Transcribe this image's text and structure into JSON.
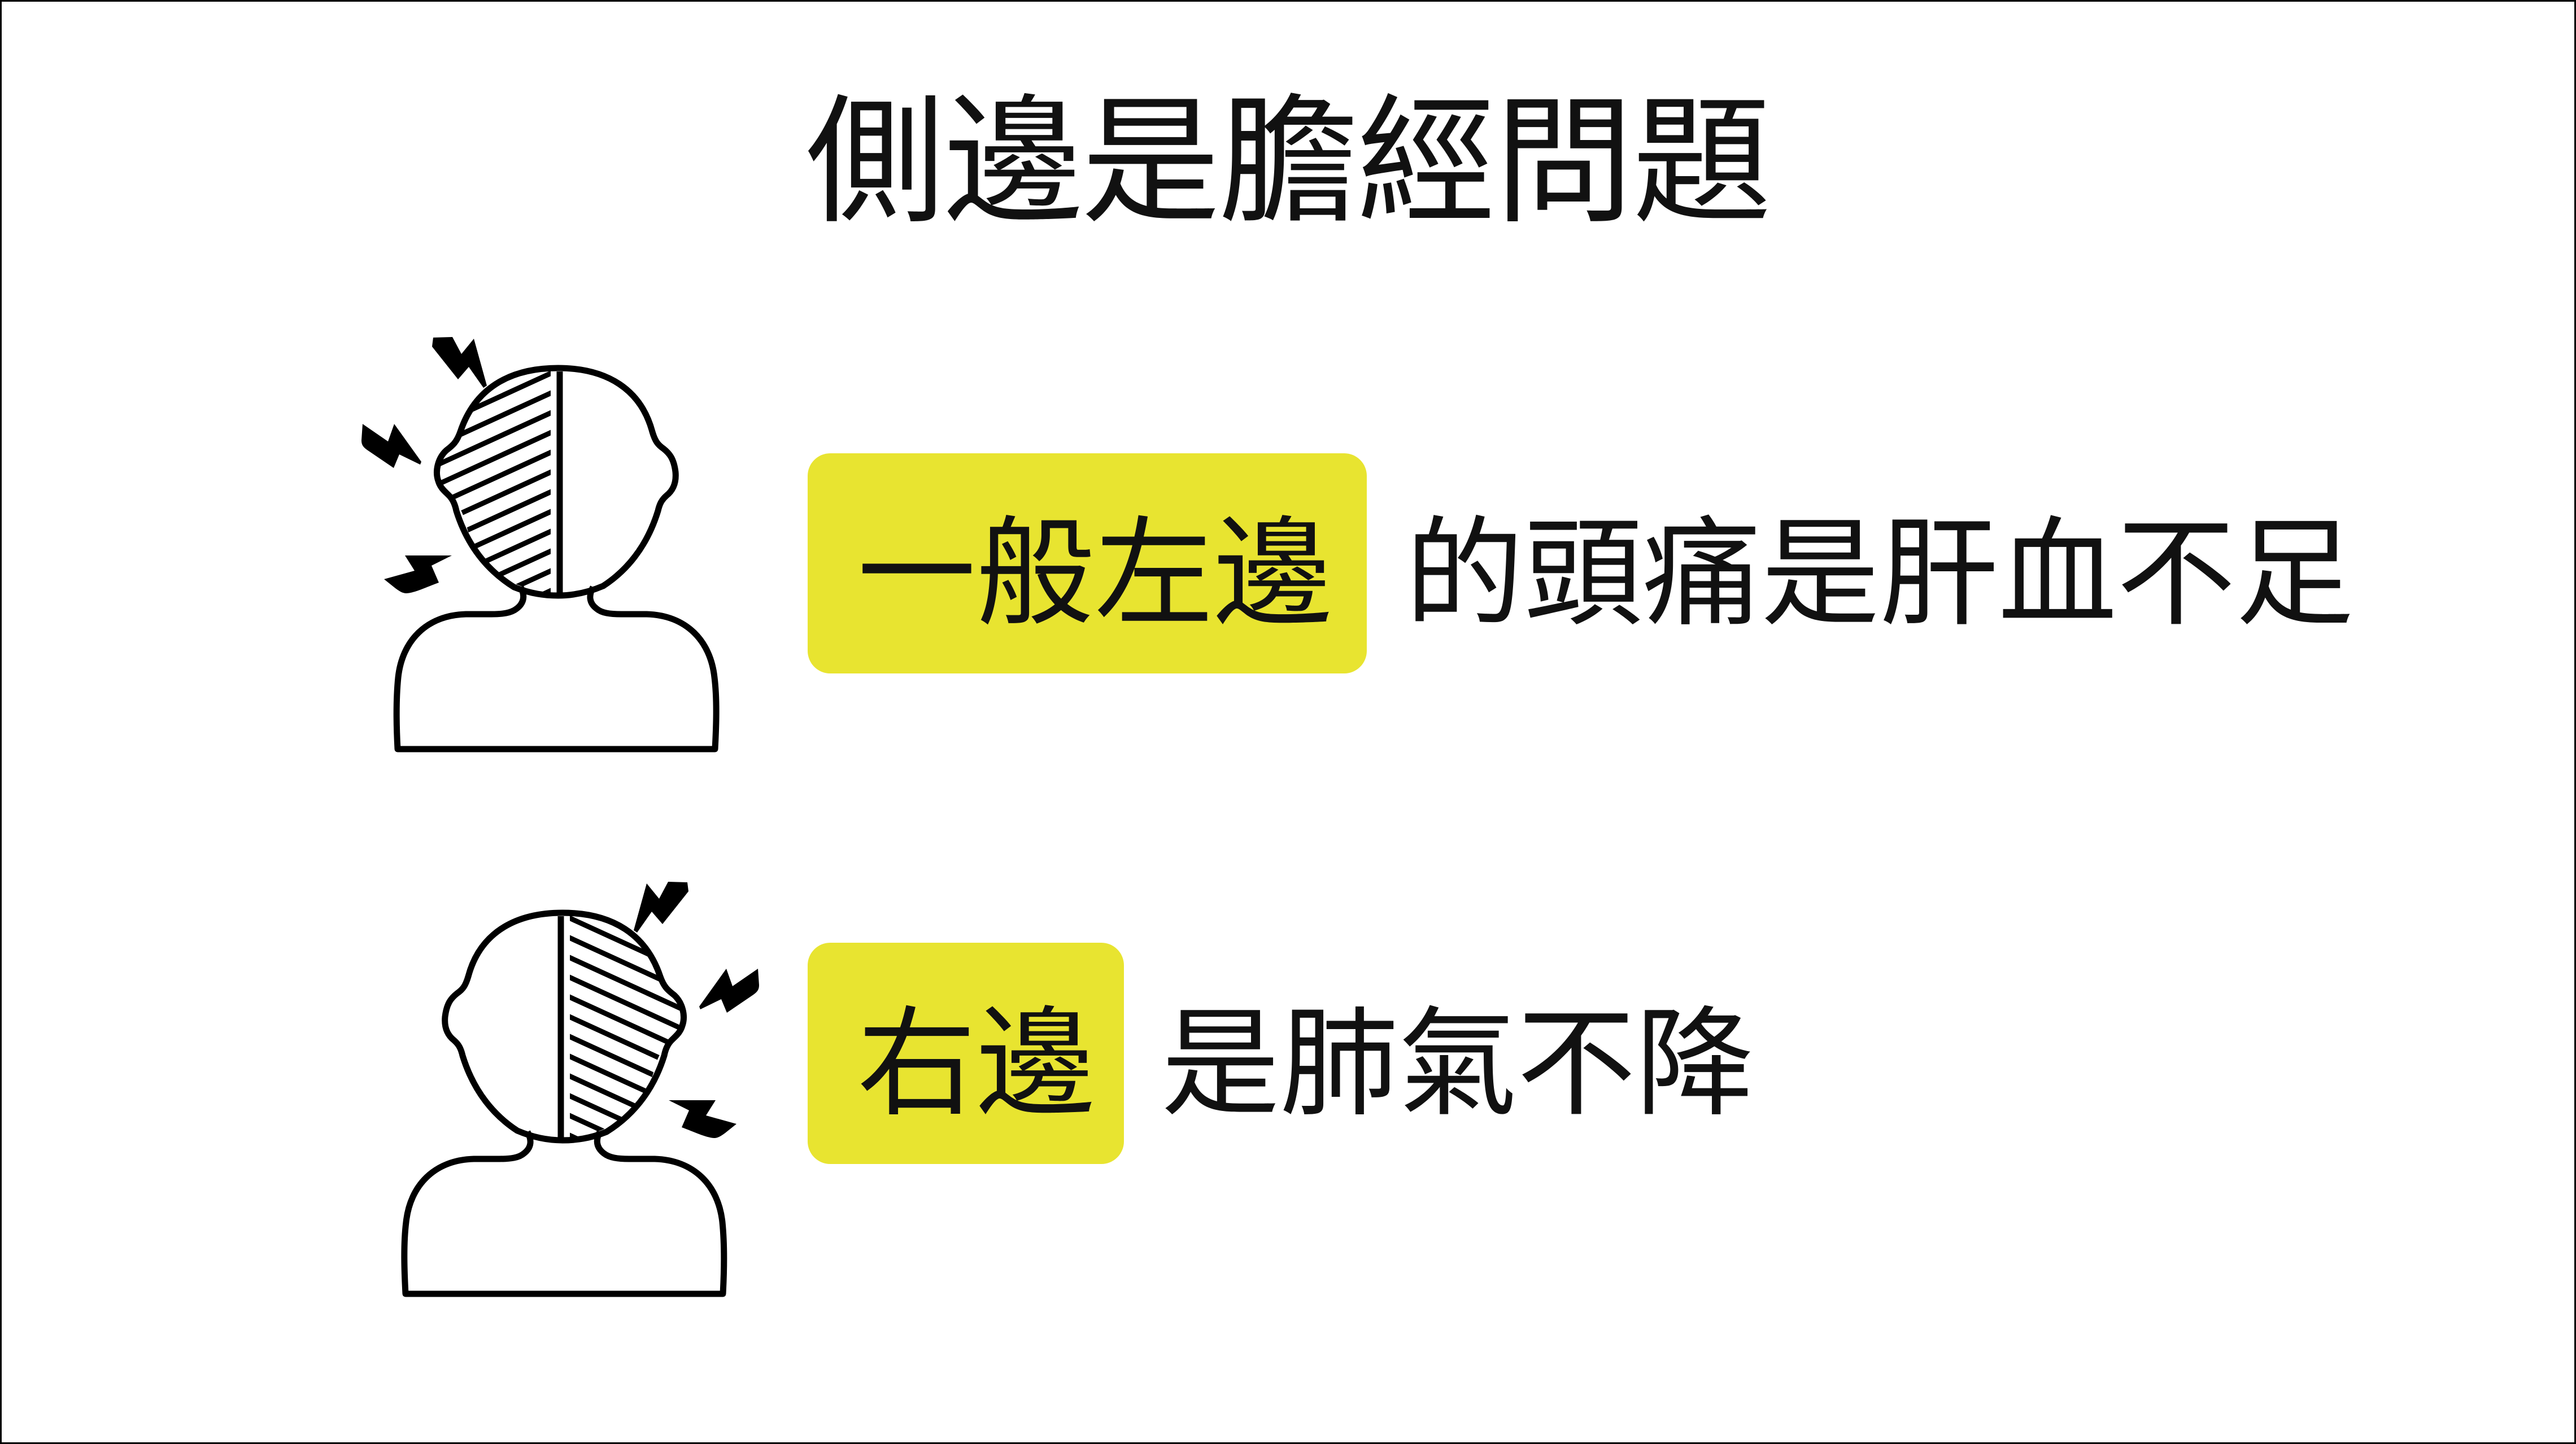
{
  "slide": {
    "title": "側邊是膽經問題",
    "accent_color": "#E8E430",
    "rows": [
      {
        "highlight": "一般左邊",
        "text": "的頭痛是肝血不足",
        "illustration": "head-pain-left-side-icon"
      },
      {
        "highlight": "右邊",
        "text": "是肺氣不降",
        "illustration": "head-pain-right-side-icon"
      }
    ]
  }
}
